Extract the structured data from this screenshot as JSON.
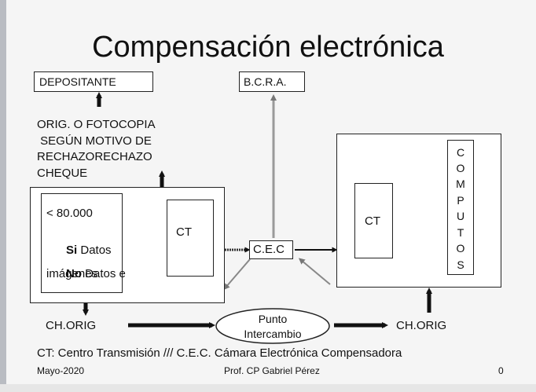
{
  "title": "Compensación electrónica",
  "nodes": {
    "depositante": "DEPOSITANTE",
    "bcra": "B.C.R.A.",
    "orig_note": "ORIG. O FOTOCOPIA\n SEGÚN MOTIVO DE\nRECHAZORECHAZO\nCHEQUE",
    "bank_left": {
      "limit": "< 80.000",
      "si_bold": "Si",
      "si_rest": " Datos",
      "no_bold": "No",
      "no_rest": " Datos e",
      "no_rest2": "imágenes",
      "ct": "CT"
    },
    "cec": "C.E.C",
    "bank_right": {
      "ct": "CT",
      "computos": [
        "C",
        "O",
        "M",
        "P",
        "U",
        "T",
        "O",
        "S"
      ]
    },
    "ch_orig_left": "CH.ORIG",
    "ch_orig_right": "CH.ORIG",
    "punto": "Punto\nIntercambio"
  },
  "legend": "CT: Centro Transmisión /// C.E.C. Cámara Electrónica Compensadora",
  "footer": {
    "date": "Mayo-2020",
    "author": "Prof. CP Gabriel Pérez",
    "page": "0"
  }
}
